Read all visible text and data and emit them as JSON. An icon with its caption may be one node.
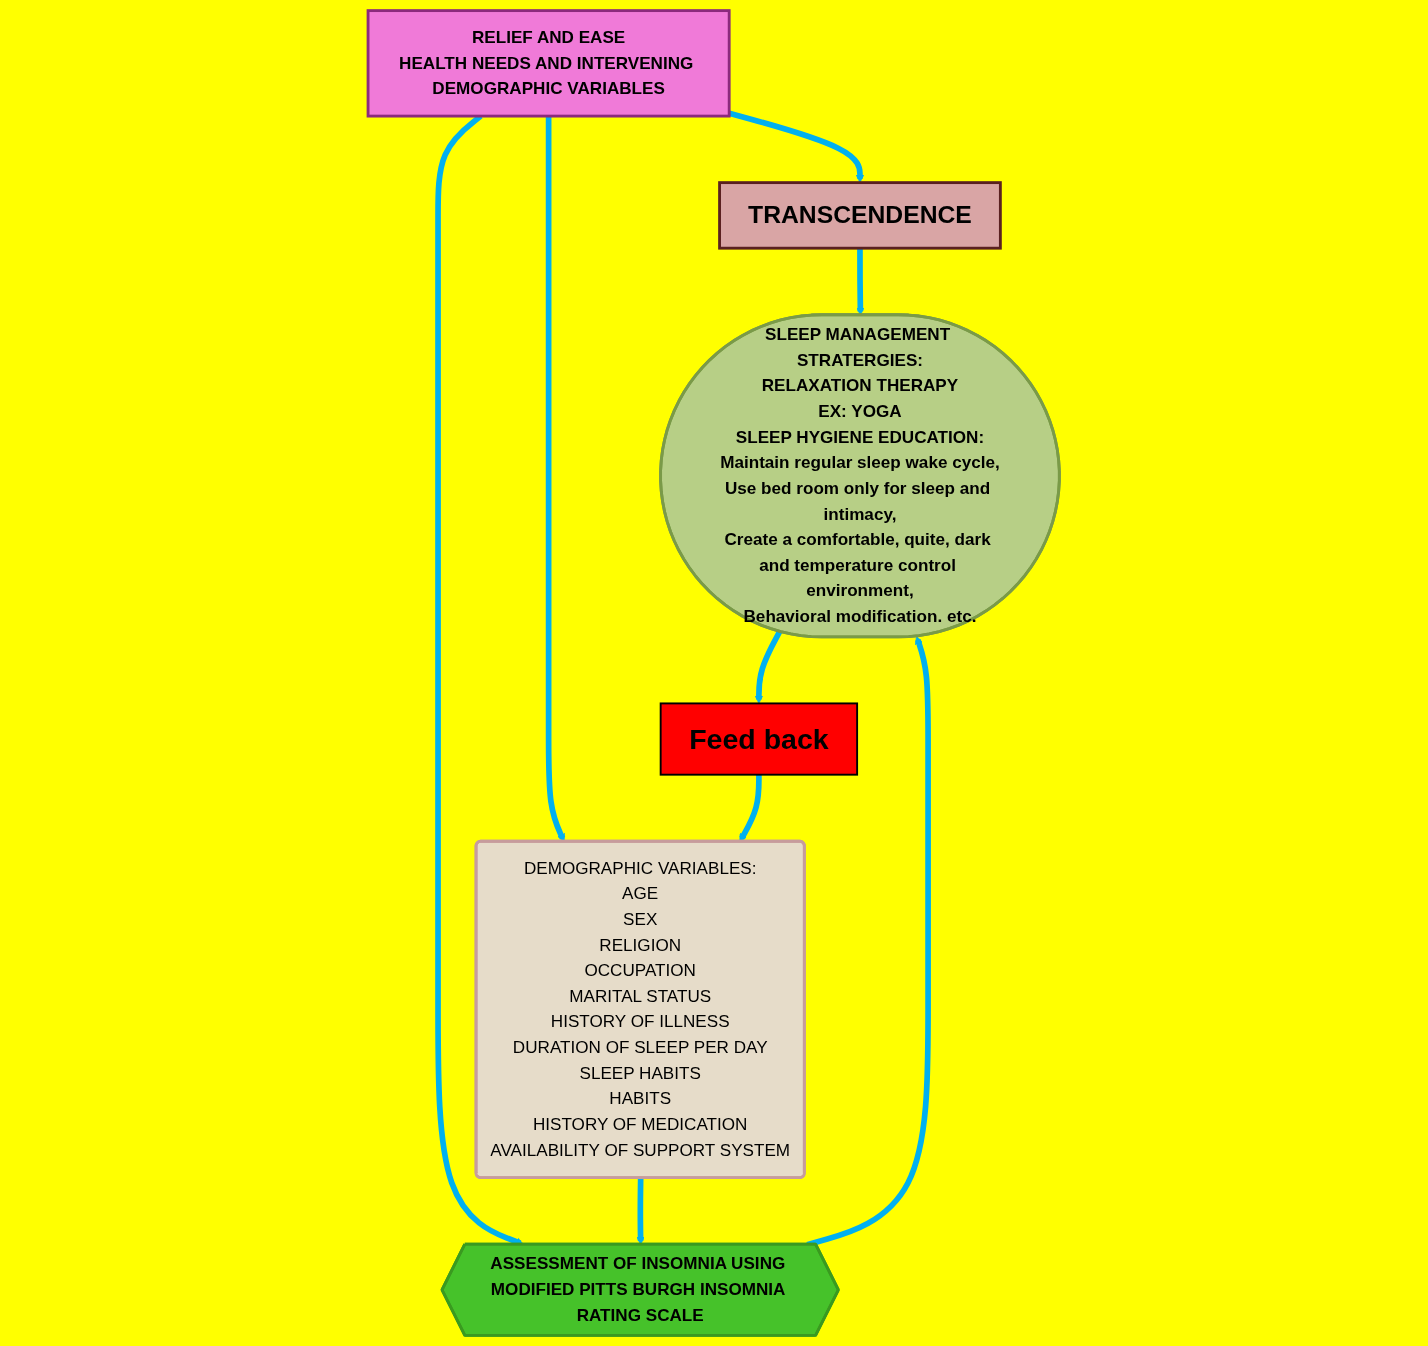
{
  "diagram": {
    "nodes": [
      {
        "text": [
          "RELIEF AND EASE",
          "HEALTH NEEDS AND INTERVENING DEMOGRAPHIC VARIABLES"
        ]
      },
      {
        "text": [
          "TRANSCENDENCE"
        ]
      },
      {
        "text": [
          "DEMOGRAPHIC VARIABLES:",
          "AGE",
          "SEX",
          "RELIGION",
          "OCCUPATION",
          "MARITAL STATUS",
          "HISTORY OF ILLNESS",
          "DURATION OF SLEEP PER DAY",
          "SLEEP HABITS",
          "HABITS",
          "HISTORY OF MEDICATION",
          "AVAILABILITY OF SUPPORT SYSTEM"
        ]
      },
      {
        "text": [
          "ASSESSMENT OF INSOMNIA USING MODIFIED PITTS BURGH INSOMNIA RATING SCALE"
        ]
      },
      {
        "text": [
          "SLEEP MANAGEMENT STRATERGIES:",
          "RELAXATION THERAPY",
          "EX: YOGA",
          "SLEEP HYGIENE EDUCATION:",
          "Maintain regular sleep wake cycle,",
          "Use bed room only for sleep and intimacy,",
          "Create a comfortable, quite, dark and temperature control environment,",
          "Behavioral modification. etc."
        ]
      },
      {
        "text": [
          "Feed back"
        ]
      }
    ],
    "edges": [
      {
        "from": 0,
        "to": 1,
        "arrow": "to"
      },
      {
        "from": 0,
        "to": 2,
        "arrow": "to"
      },
      {
        "from": 0,
        "to": 3,
        "arrow": "to"
      },
      {
        "from": 1,
        "to": 4,
        "arrow": "to"
      },
      {
        "from": 2,
        "to": 3,
        "arrow": "to"
      },
      {
        "from": 3,
        "to": 4,
        "arrow": "to"
      },
      {
        "from": 4,
        "to": 5,
        "arrow": "to"
      },
      {
        "from": 5,
        "to": 2,
        "arrow": "to"
      }
    ]
  }
}
